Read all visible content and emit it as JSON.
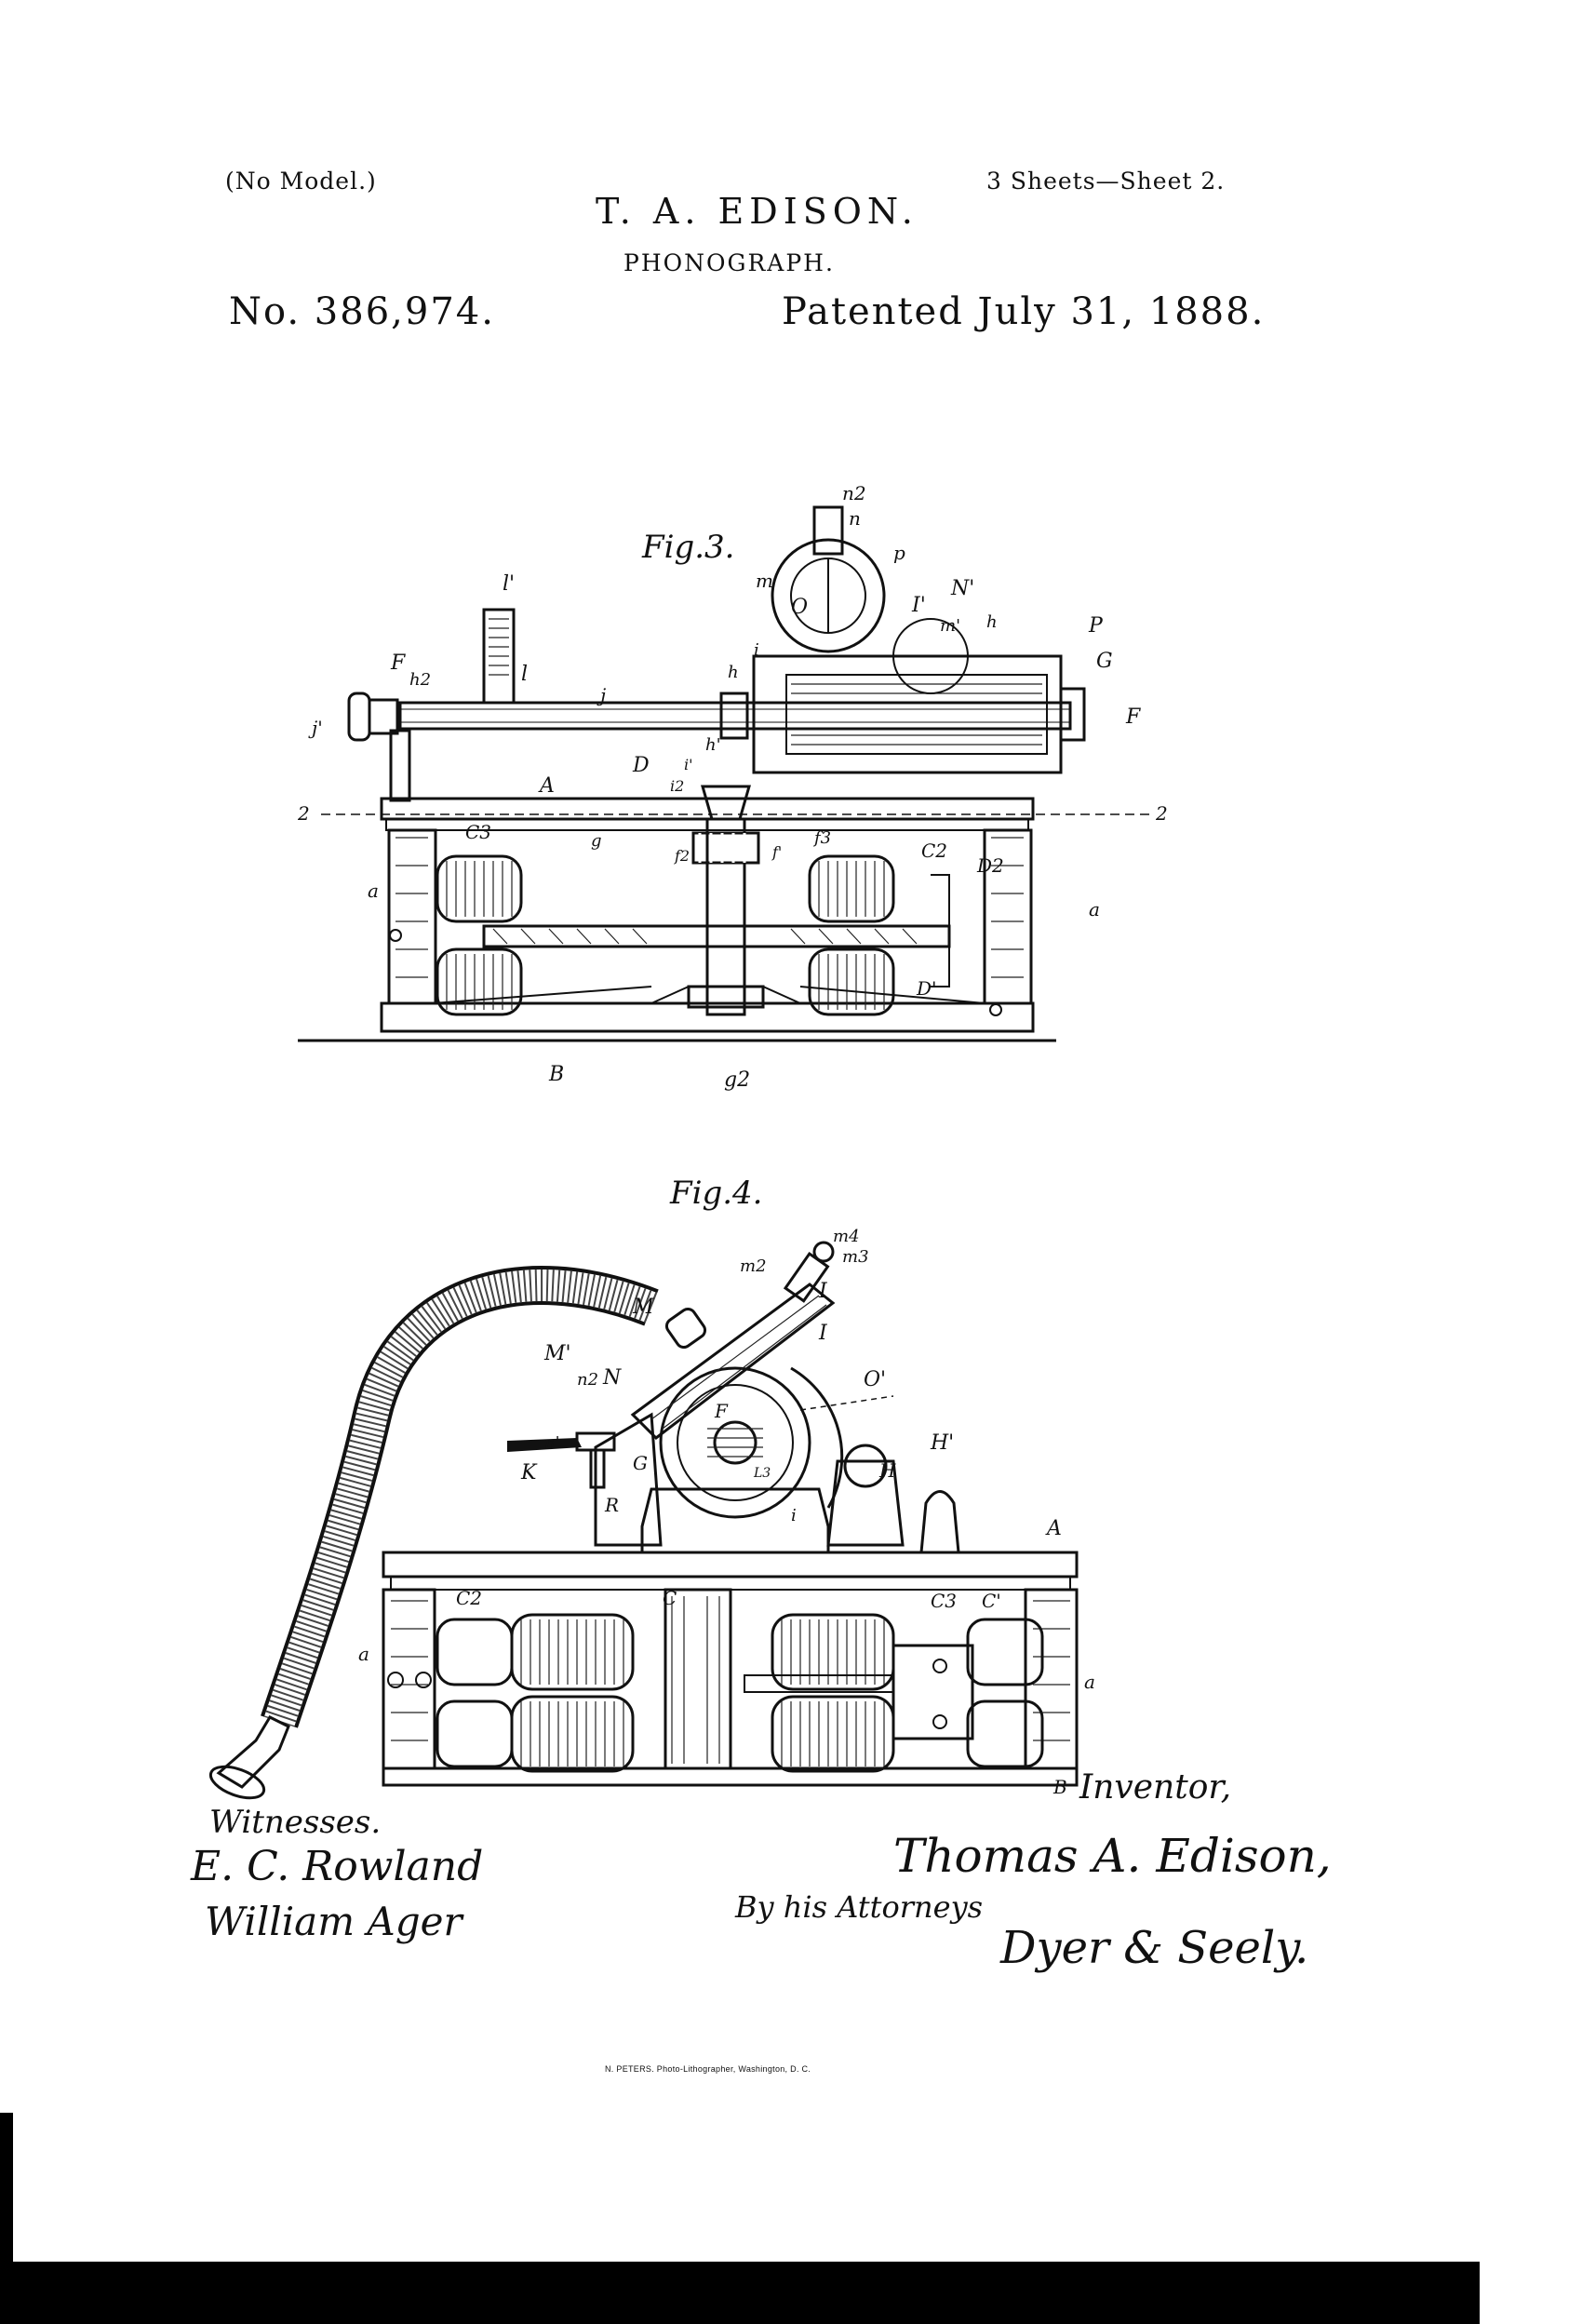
{
  "header": {
    "model_note": "(No Model.)",
    "sheets": "3 Sheets—Sheet 2.",
    "inventor_name": "T. A. EDISON.",
    "title": "PHONOGRAPH.",
    "patent_number": "No. 386,974.",
    "patent_date": "Patented July 31, 1888."
  },
  "figure3": {
    "caption": "Fig.3.",
    "labels": [
      "n2",
      "n",
      "m",
      "O",
      "p",
      "I'",
      "N'",
      "m'",
      "h",
      "P",
      "G",
      "F",
      "i",
      "l'",
      "l",
      "j",
      "h",
      "F",
      "h2",
      "j'",
      "h'",
      "D",
      "i'",
      "i2",
      "A",
      "2",
      "2",
      "C3",
      "g",
      "f3",
      "f'",
      "f2",
      "C2",
      "D2",
      "a",
      "a",
      "D'",
      "B",
      "g2"
    ]
  },
  "figure4": {
    "caption": "Fig.4.",
    "labels": [
      "m4",
      "m3",
      "m2",
      "I",
      "M",
      "I",
      "M'",
      "n2",
      "N",
      "O'",
      "F",
      "H'",
      "n'",
      "G",
      "H",
      "K",
      "L3",
      "R",
      "i",
      "A",
      "C2",
      "C",
      "C3",
      "C'",
      "a",
      "a",
      "B"
    ]
  },
  "signatures": {
    "witnesses_label": "Witnesses.",
    "witness_1": "E. C. Rowland",
    "witness_2": "William Ager",
    "inventor_label": "Inventor,",
    "inventor_signature": "Thomas A. Edison,",
    "by_attorneys": "By his Attorneys",
    "attorneys": "Dyer & Seely."
  },
  "footer": {
    "lithographer": "N. PETERS. Photo-Lithographer, Washington, D. C."
  }
}
